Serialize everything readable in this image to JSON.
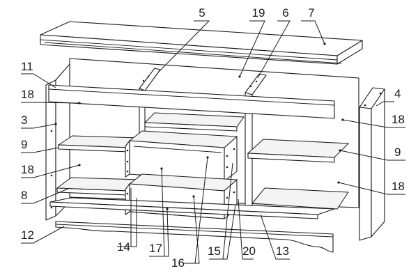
{
  "part_labels": {
    "p3": "3",
    "p4": "4",
    "p5": "5",
    "p6": "6",
    "p7": "7",
    "p8": "8",
    "p9_left": "9",
    "p9_right": "9",
    "p11": "11",
    "p12": "12",
    "p13": "13",
    "p14": "14",
    "p15": "15",
    "p16": "16",
    "p17": "17",
    "p18_left_top": "18",
    "p18_left_mid": "18",
    "p18_right_top": "18",
    "p18_right_bottom": "18",
    "p19": "19",
    "p20": "20"
  }
}
